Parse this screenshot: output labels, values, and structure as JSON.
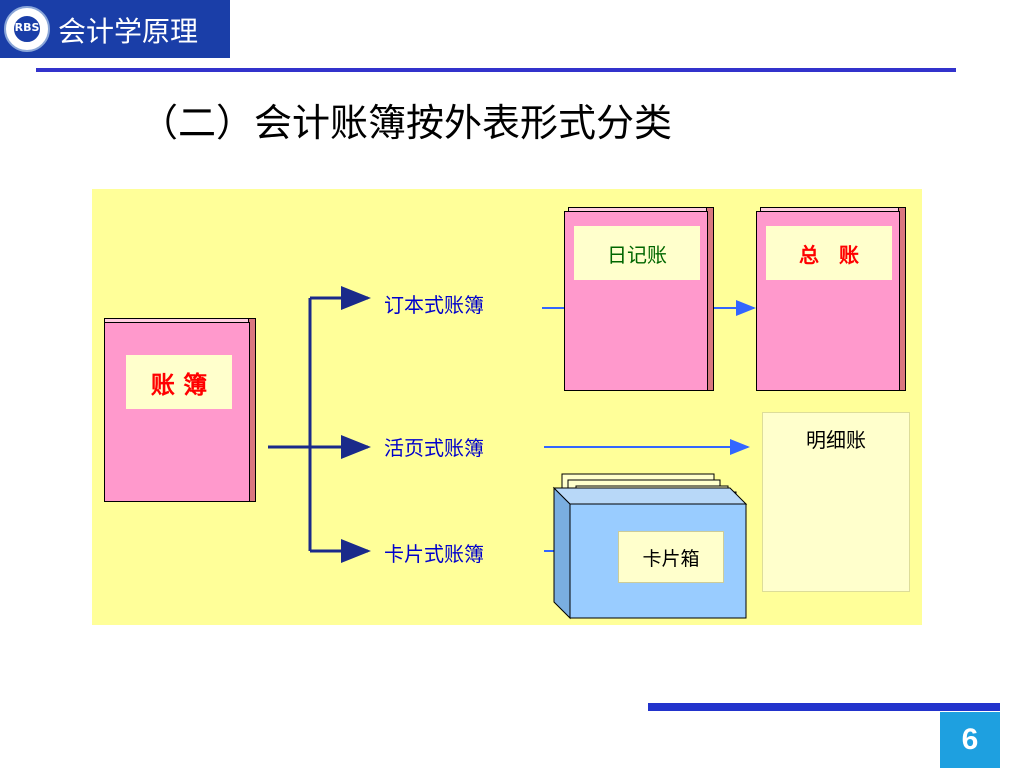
{
  "header": {
    "logo_text": "RBS",
    "course_title": "会计学原理"
  },
  "slide": {
    "title": "（二）会计账簿按外表形式分类",
    "page_number": "6"
  },
  "diagram": {
    "root_label": "账 簿",
    "types": {
      "bound": "订本式账簿",
      "loose_leaf": "活页式账簿",
      "card": "卡片式账簿"
    },
    "targets": {
      "journal": "日记账",
      "general_ledger": "总　账",
      "detail_ledger": "明细账",
      "card_box": "卡片箱"
    },
    "colors": {
      "panel": "#ffff99",
      "book_pink": "#ff99cc",
      "label_blue": "#0000cc",
      "label_red": "#ff0000",
      "label_green": "#006600",
      "card_box_blue": "#99ccff",
      "header_blue": "#1a3ea8"
    }
  }
}
